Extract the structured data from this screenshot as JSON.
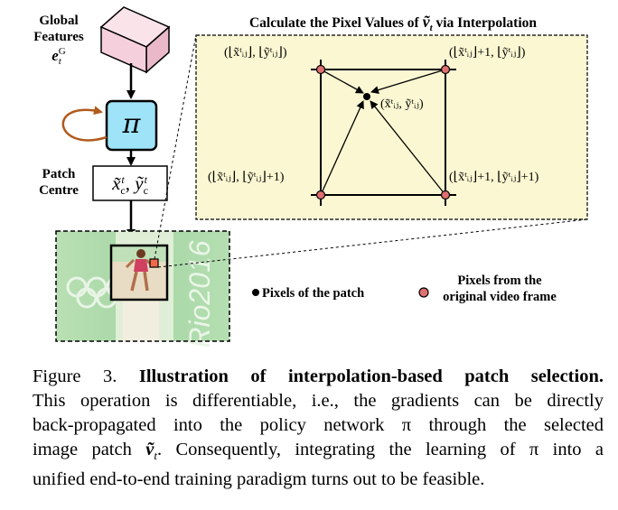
{
  "figure": {
    "global_features": {
      "line1": "Global",
      "line2": "Features",
      "symbol": "e",
      "sup": "G",
      "sub": "t"
    },
    "policy": {
      "symbol": "π"
    },
    "patch_centre": {
      "line1": "Patch",
      "line2": "Centre",
      "x": "x̃",
      "y": "ỹ",
      "sub": "c",
      "sup": "t"
    },
    "panel_title_prefix": "Calculate the Pixel Values of ",
    "panel_title_symbol": "ṽ",
    "panel_title_sub": "t",
    "panel_title_suffix": "via Interpolation",
    "coords": {
      "top_left": "(⌊x̃ᵗᵢⱼ⌋, ⌊ỹᵗᵢⱼ⌋)",
      "top_right": "(⌊x̃ᵗᵢⱼ⌋+1, ⌊ỹᵗᵢⱼ⌋)",
      "bottom_left": "(⌊x̃ᵗᵢⱼ⌋, ⌊ỹᵗᵢⱼ⌋+1)",
      "bottom_right": "(⌊x̃ᵗᵢⱼ⌋+1, ⌊ỹᵗᵢⱼ⌋+1)",
      "center": "(x̃ᵗᵢⱼ, ỹᵗᵢⱼ)"
    },
    "legend": {
      "patch_pixels": "Pixels of the patch",
      "frame_pixels_line1": "Pixels from the",
      "frame_pixels_line2": "original video frame"
    },
    "frame_watermark": "Rio2016",
    "colors": {
      "box_pink": "#f6cfdc",
      "policy_blue": "#9ee3f7",
      "panel_yellow": "#fbf7d2",
      "loop_arrow": "#b05a1c",
      "frame_green": "#a8d9a8",
      "dot_red": "#e07070"
    }
  },
  "caption": {
    "label": "Figure 3.",
    "bold_text": "Illustration of interpolation-based patch selection.",
    "line2": "This operation is differentiable, i.e., the gradients can be directly",
    "line3": "back-propagated into the policy network π through the selected",
    "line4a": "image patch ",
    "line4_symbol": "ṽ",
    "line4_sub": "t",
    "line4b": ". Consequently, integrating the learning of π into a",
    "line5": "unified end-to-end training paradigm turns out to be feasible."
  }
}
